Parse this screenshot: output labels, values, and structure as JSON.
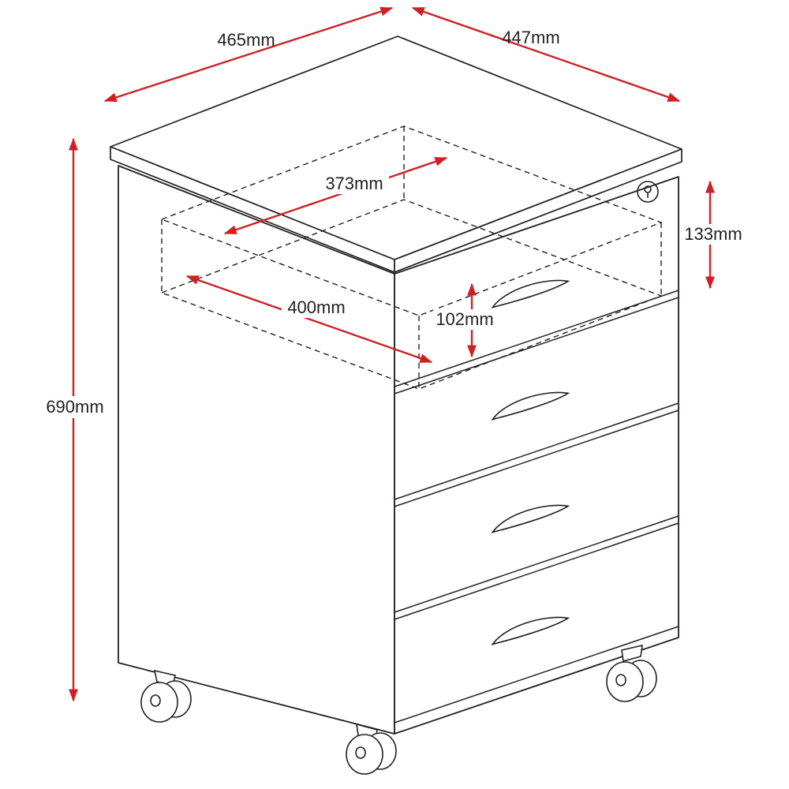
{
  "diagram": {
    "subject": "four-drawer mobile pedestal cabinet with lock, castors and ghosted drawer showing internal dimensions",
    "colors": {
      "line": "#231f20",
      "dimension": "#cf2026",
      "background": "#ffffff"
    },
    "dimensions": {
      "top_side_left": "465mm",
      "top_side_right": "447mm",
      "overall_height": "690mm",
      "drawer_depth": "373mm",
      "drawer_width": "400mm",
      "drawer_inner_height": "102mm",
      "top_drawer_front_height": "133mm"
    },
    "icons": {
      "lock": "lock-keyhole-icon",
      "handle": "drawer-handle-icon",
      "caster": "caster-wheel-icon"
    }
  }
}
